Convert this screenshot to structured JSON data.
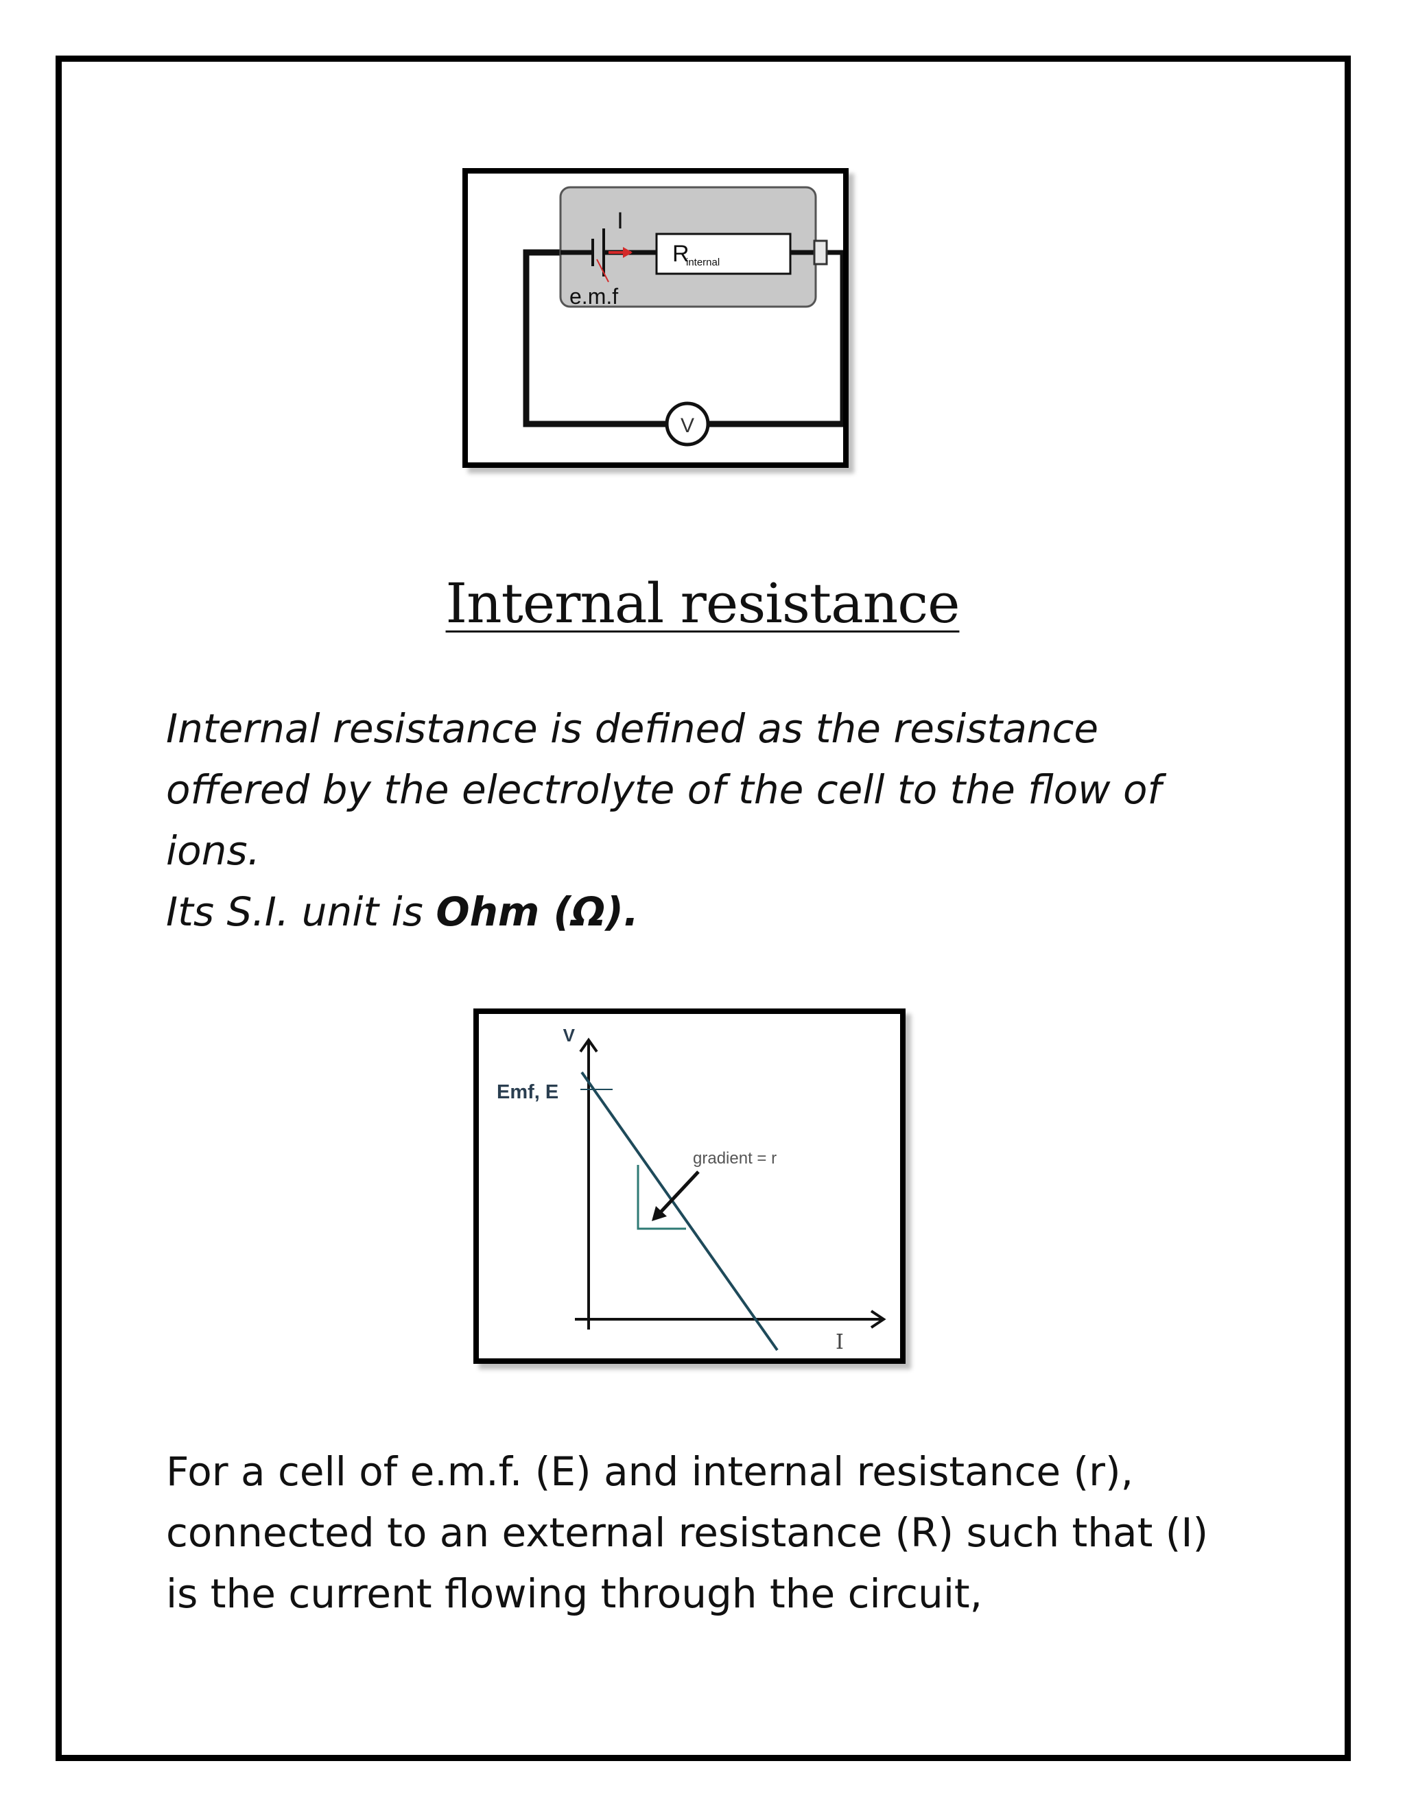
{
  "circuit": {
    "current_label": "I",
    "resistor_label_main": "R",
    "resistor_label_sub": "internal",
    "emf_label": "e.m.f",
    "voltmeter_label": "V",
    "colors": {
      "cell_box": "#c8c8c8",
      "current_arrow": "#d42a2a"
    }
  },
  "title": "Internal resistance",
  "definition": {
    "line1": "Internal resistance is defined as the resistance",
    "line2": "offered by the electrolyte of the cell to the flow of",
    "line3": "ions.",
    "unit_prefix": "Its S.I. unit is ",
    "unit_value": "Ohm (Ω)",
    "unit_suffix": "."
  },
  "graph": {
    "y_axis_label": "V",
    "x_axis_label": "I",
    "intercept_label": "Emf, E",
    "gradient_label": "gradient = r",
    "colors": {
      "line": "#1e4a5a",
      "triangle": "#2f7a74",
      "intercept_text": "#2a3e50"
    }
  },
  "statement": {
    "line1": "For a cell of e.m.f. (E) and internal resistance (r),",
    "line2": "connected to an external resistance (R) such that (I)",
    "line3": "is the current flowing through the circuit,"
  }
}
